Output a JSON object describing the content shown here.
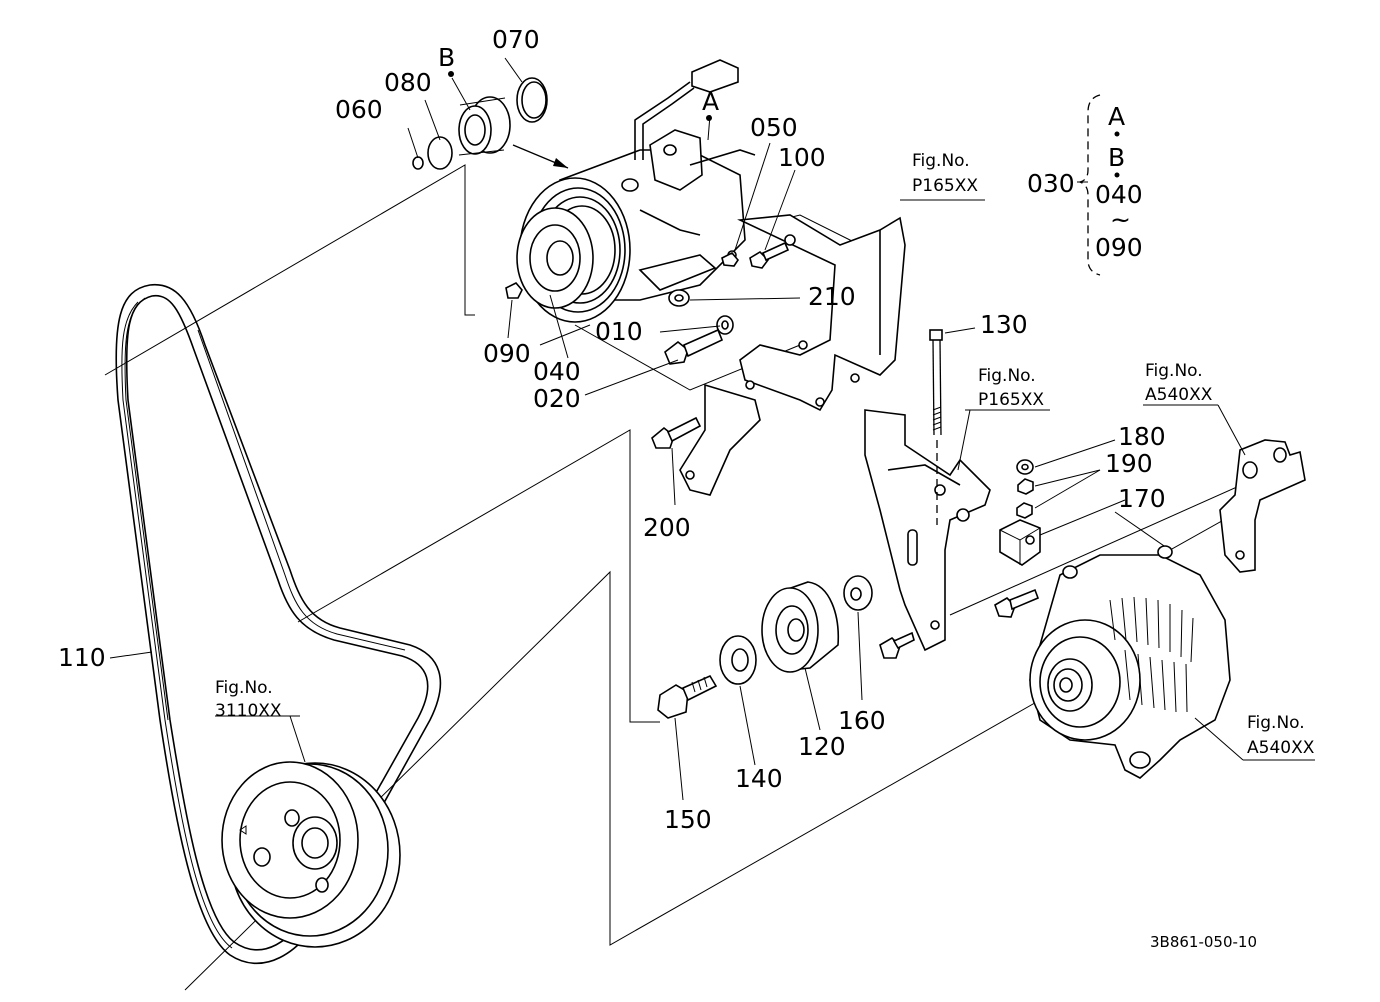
{
  "drawing_number": "3B861-050-10",
  "callouts": {
    "p010": "010",
    "p020": "020",
    "p030": "030",
    "p040": "040",
    "p050": "050",
    "p060": "060",
    "p070": "070",
    "p080": "080",
    "p090": "090",
    "p100": "100",
    "p110": "110",
    "p120": "120",
    "p130": "130",
    "p140": "140",
    "p150": "150",
    "p160": "160",
    "p170": "170",
    "p180": "180",
    "p190": "190",
    "p200": "200",
    "p210": "210"
  },
  "markers": {
    "a": "A",
    "b": "B"
  },
  "set_bracket": {
    "line1": "A",
    "line2": "B",
    "line3": "040",
    "tilde": "~",
    "line4": "090"
  },
  "figure_refs": [
    {
      "caption": "Fig.No.",
      "code": "P165XX"
    },
    {
      "caption": "Fig.No.",
      "code": "P165XX"
    },
    {
      "caption": "Fig.No.",
      "code": "A540XX"
    },
    {
      "caption": "Fig.No.",
      "code": "A540XX"
    },
    {
      "caption": "Fig.No.",
      "code": "3110XX"
    }
  ]
}
